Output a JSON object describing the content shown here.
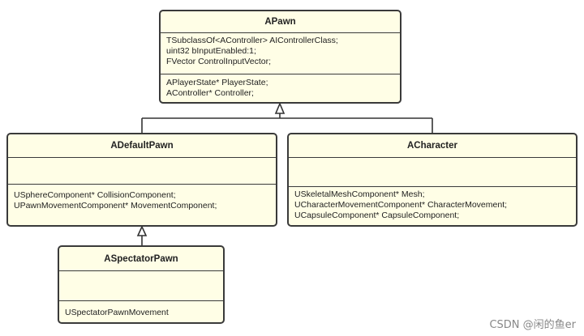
{
  "classes": {
    "apawn": {
      "name": "APawn",
      "fields": [
        "TSubclassOf<AController> AIControllerClass;",
        "uint32 bInputEnabled:1;",
        "FVector ControlInputVector;"
      ],
      "members": [
        "APlayerState* PlayerState;",
        "AController* Controller;"
      ]
    },
    "adefaultpawn": {
      "name": "ADefaultPawn",
      "members": [
        "USphereComponent* CollisionComponent;",
        "UPawnMovementComponent* MovementComponent;"
      ]
    },
    "acharacter": {
      "name": "ACharacter",
      "members": [
        "USkeletalMeshComponent* Mesh;",
        "UCharacterMovementComponent* CharacterMovement;",
        "UCapsuleComponent* CapsuleComponent;"
      ]
    },
    "aspectatorpawn": {
      "name": "ASpectatorPawn",
      "members": [
        "USpectatorPawnMovement"
      ]
    }
  },
  "watermark": "CSDN @闲的鱼er",
  "colors": {
    "box_fill": "#fffee6",
    "border": "#3a3a3a"
  }
}
